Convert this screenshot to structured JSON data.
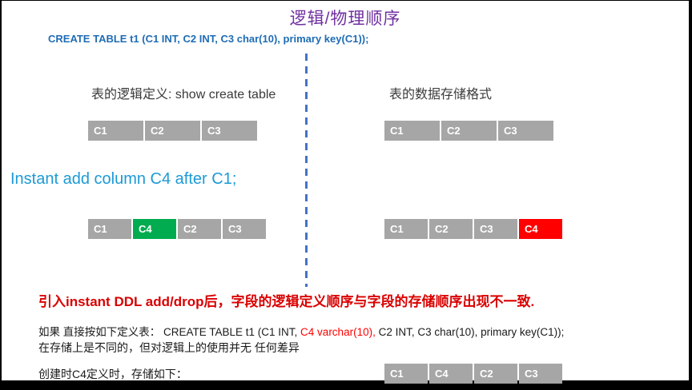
{
  "title": "逻辑/物理顺序",
  "create_statement": "CREATE TABLE t1 (C1 INT, C2 INT, C3 char(10), primary key(C1));",
  "left_header": "表的逻辑定义: show create table",
  "right_header": "表的数据存储格式",
  "instant_statement": "Instant add column C4 after C1;",
  "red_note": "引入instant DDL add/drop后，字段的逻辑定义顺序与字段的存储顺序出现不一致.",
  "line2": {
    "prefix": "如果 直接按如下定义表：  CREATE TABLE t1 (C1 INT, ",
    "highlight": "C4 varchar(10),",
    "suffix": " C2 INT, C3 char(10), primary key(C1));"
  },
  "line3": "在存储上是不同的，但对逻辑上的使用并无 任何差异",
  "line4": "创建时C4定义时，存储如下：",
  "tables": {
    "logical_before": [
      {
        "label": "C1",
        "bg": "#A6A6A6"
      },
      {
        "label": "C2",
        "bg": "#A6A6A6"
      },
      {
        "label": "C3",
        "bg": "#A6A6A6"
      }
    ],
    "storage_before": [
      {
        "label": "C1",
        "bg": "#A6A6A6"
      },
      {
        "label": "C2",
        "bg": "#A6A6A6"
      },
      {
        "label": "C3",
        "bg": "#A6A6A6"
      }
    ],
    "logical_after": [
      {
        "label": "C1",
        "bg": "#A6A6A6"
      },
      {
        "label": "C4",
        "bg": "#00AC4F"
      },
      {
        "label": "C2",
        "bg": "#A6A6A6"
      },
      {
        "label": "C3",
        "bg": "#A6A6A6"
      }
    ],
    "storage_after": [
      {
        "label": "C1",
        "bg": "#A6A6A6"
      },
      {
        "label": "C2",
        "bg": "#A6A6A6"
      },
      {
        "label": "C3",
        "bg": "#A6A6A6"
      },
      {
        "label": "C4",
        "bg": "#FF0000"
      }
    ],
    "storage_direct": [
      {
        "label": "C1",
        "bg": "#A6A6A6"
      },
      {
        "label": "C4",
        "bg": "#A6A6A6"
      },
      {
        "label": "C2",
        "bg": "#A6A6A6"
      },
      {
        "label": "C3",
        "bg": "#A6A6A6"
      }
    ]
  },
  "colors": {
    "title": "#7030A0",
    "statement_blue": "#1F6CB4",
    "instant_blue": "#1C9AD6",
    "red_text": "#D90000",
    "red_inline": "#FF0000",
    "divider_blue": "#4472C4",
    "cell_gray": "#A6A6A6",
    "cell_green": "#00AC4F",
    "cell_red": "#FF0000"
  }
}
